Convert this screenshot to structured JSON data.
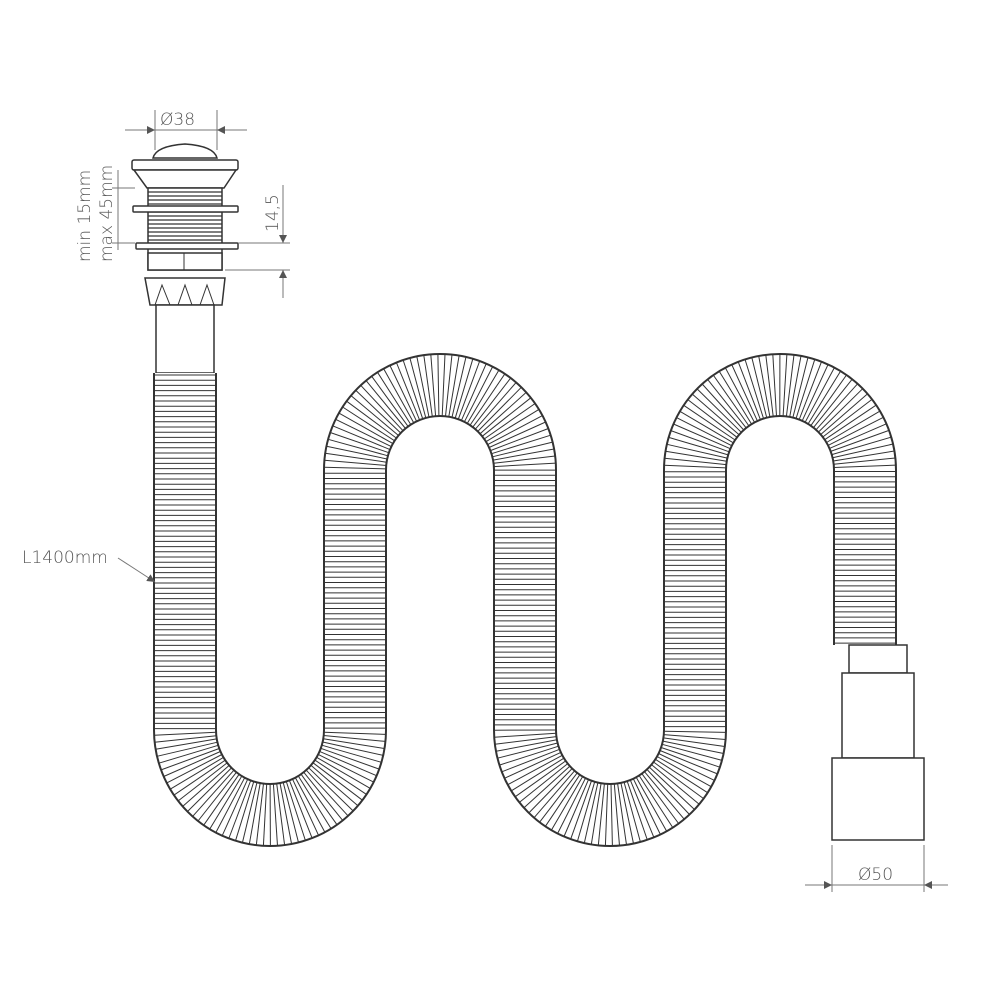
{
  "labels": {
    "waste_diameter": "Ø38",
    "outlet_diameter": "Ø50",
    "hose_length": "L1400mm",
    "min_thickness": "min 15mm",
    "max_thickness": "max 45mm",
    "thread_height": "14,5"
  },
  "colors": {
    "line": "#333333",
    "dimension": "#777777",
    "text": "#555555",
    "background": "#ffffff"
  }
}
